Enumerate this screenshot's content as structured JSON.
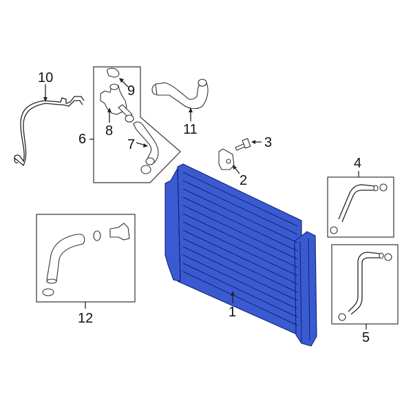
{
  "diagram": {
    "title": "Radiator Assembly Parts Diagram",
    "highlight_color": "#3a5bd0",
    "callouts": [
      {
        "id": "1",
        "label": "1",
        "part": "radiator"
      },
      {
        "id": "2",
        "label": "2",
        "part": "mounting-bracket"
      },
      {
        "id": "3",
        "label": "3",
        "part": "bolt"
      },
      {
        "id": "4",
        "label": "4",
        "part": "hose-with-clamps"
      },
      {
        "id": "5",
        "label": "5",
        "part": "hose-with-clamps"
      },
      {
        "id": "6",
        "label": "6",
        "part": "outlet-hose-kit"
      },
      {
        "id": "7",
        "label": "7",
        "part": "lower-hose"
      },
      {
        "id": "8",
        "label": "8",
        "part": "water-outlet"
      },
      {
        "id": "9",
        "label": "9",
        "part": "cap-seal"
      },
      {
        "id": "10",
        "label": "10",
        "part": "tube"
      },
      {
        "id": "11",
        "label": "11",
        "part": "upper-hose"
      },
      {
        "id": "12",
        "label": "12",
        "part": "hose-kit"
      }
    ]
  }
}
